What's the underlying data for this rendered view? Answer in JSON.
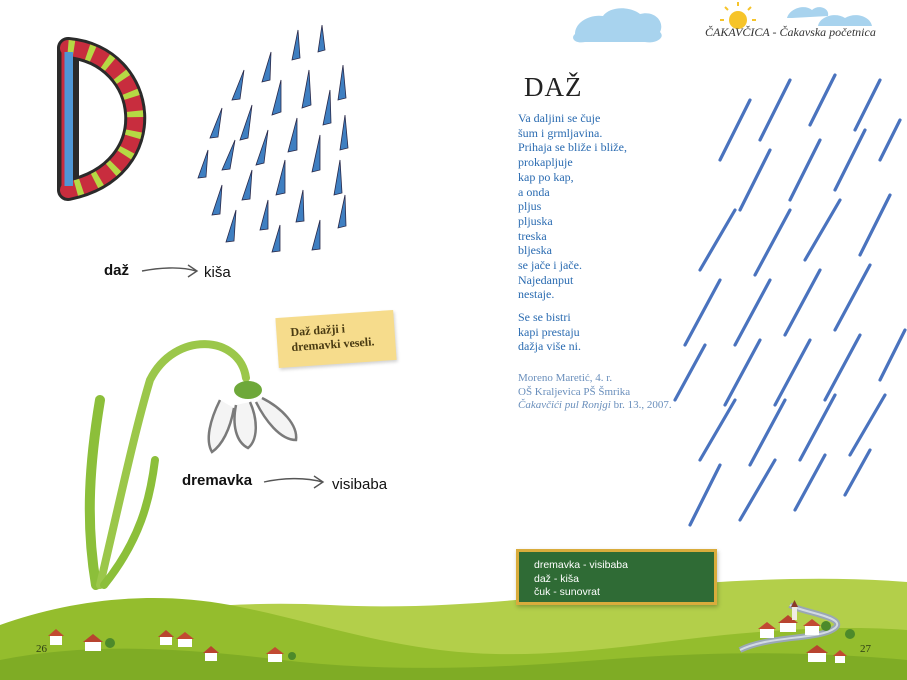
{
  "header": {
    "title": "ČAKAVČICA - Čakavska početnica"
  },
  "poem": {
    "title": "DAŽ",
    "stanza1": [
      "Va daljini se čuje",
      "šum i grmljavina.",
      "Prihaja se bliže i bliže,",
      "prokapljuje",
      "kap po kap,",
      "a onda",
      "pljus",
      "pljuska",
      "treska",
      "bljeska",
      "se jače i jače.",
      "Najedanput",
      "nestaje."
    ],
    "stanza2": [
      "Se se bistri",
      "kapi prestaju",
      "dažja više ni."
    ],
    "credits": {
      "author": "Moreno Maretić, 4. r.",
      "school": "OŠ Kraljevica PŠ Šmrika",
      "source": "Čakavčići pul Ronjgi",
      "issue": " br. 13., 2007."
    }
  },
  "vocab": {
    "pair1": {
      "word": "daž",
      "meaning": "kiša"
    },
    "pair2": {
      "word": "dremavka",
      "meaning": "visibaba"
    }
  },
  "note": {
    "line1": "Daž dažji i",
    "line2": "dremavki veseli."
  },
  "board": {
    "line1": "dremavka - visibaba",
    "line2": "daž - kiša",
    "line3": "čuk - sunovrat"
  },
  "pages": {
    "left": "26",
    "right": "27"
  }
}
